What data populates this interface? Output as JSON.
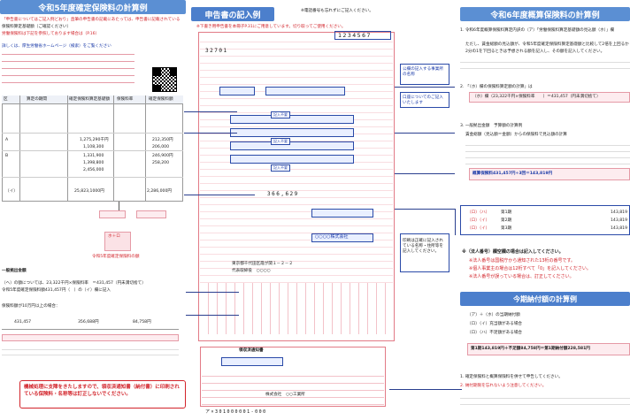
{
  "left": {
    "title": "令和5年度確定保険料の計算例",
    "intro_lines": [
      "「申告書についてはご記入例どおり」直筆の申告書の記載にあたっては、申告書に記載されている",
      "保険料算定基礎額（ご確認ください）",
      "労働保険料は下記を参照しております場合は（P.16）"
    ],
    "url_note": "詳しくは、厚生労働省ホームページ（検索）をご覧ください",
    "table_header": [
      "区",
      "年",
      "算定の期間",
      "確定保険料算定基礎額",
      "保険料率",
      "確定保険料額"
    ],
    "rows": [
      {
        "label": "A",
        "base": "1,275,290千円",
        "amount": "212,350円"
      },
      {
        "label": "",
        "base": "1,108,300",
        "amount": "206,000"
      },
      {
        "label": "B",
        "base": "1,331,900",
        "amount": "246,900円"
      },
      {
        "label": "",
        "base": "1,398,800",
        "amount": "258,200"
      },
      {
        "label": "",
        "base": "2,456,000",
        "amount": ""
      }
    ],
    "total_label": "（イ）",
    "total_base": "25,823,1000円",
    "total_amount": "2,286,000円",
    "result_box": "ホ＋ロ",
    "result_caption": "令和5年度確定保険料の額",
    "general_note_title": "一般拠出金額",
    "general_note": "（ヘ）の額については、23,322千円×保険料率　＝431,457（円未満切捨て）",
    "general_note2": "令和5年度確定保険料額431,457円（　）の（イ）欄に記入",
    "tax_title": "保険料額が10万円以上の場合：",
    "tax_values": [
      "431,457",
      "356,688円",
      "84,758円"
    ],
    "bottom_note": "機械処理に支障をきたしますので、領収済通知書（納付書）に印刷されている保険料・名称等は訂正しないでください。"
  },
  "middle": {
    "title": "申告書の記入例",
    "top_note1": "※電話番号も忘れずにご記入ください。",
    "top_note2": "※下書き用申告書を本冊子P.31にご用意しています。切り取ってご使用ください。",
    "form_code": "32701",
    "form_number": "1234567",
    "side_note1": "公欄の記入する事業所の名称",
    "side_note2": "口座についてのご記入いたします",
    "right_note": "印刷は正確に記入されている名称・住所等を記入してください。",
    "field_labels": [
      "記入不要",
      "記入不要",
      "記入不要"
    ],
    "mid_number": "366,629",
    "address": "東京都千代田区霞が関１－２－２",
    "company": "○○○○株式会社",
    "rep": "代表取締役　○○○○",
    "bottom_code": "ア×301000001-000",
    "slip_title": "領収済通知書",
    "slip_company": "株式会社　○○工業所"
  },
  "right": {
    "title": "令和6年度概算保険料の計算例",
    "item1": "1. 令和6年度概算保険料算定内訳の（ア）「労働保険料算定基礎額の見込額（ホ）」欄",
    "item1b": "ただし、賃金総額の見込額が、令和5年度確定保険料算定基礎額と比較して2倍を上回るか",
    "item1c": "2分の1を下回るときは予想される額を記入し、その額を記入してください。",
    "item2": "2. 「（ホ）欄の保険料算定額の計算」は",
    "calc1": "（ホ）欄（23,322千円×保険料率　　）＝431,457（円未満切捨て）",
    "item3": "3. 一般拠出金額　予算額の計算例",
    "item3b": "賃金総額（見込額＝金額）からの保険料で見込額の計算",
    "calc2": "概算保険料431,457円÷3回＝143,819円",
    "installments": [
      {
        "label": "（ロ）（ハ）",
        "term": "第1期",
        "amount": "143,819"
      },
      {
        "label": "（ロ）（イ）",
        "term": "第2期",
        "amount": "143,819"
      },
      {
        "label": "（ロ）（イ）",
        "term": "第3期",
        "amount": "143,819"
      }
    ],
    "corp_title": "※（法人番号）欄空欄の場合は記入してください。",
    "corp_lines": [
      "※法人番号は国税庁から通知された13桁の番号です。",
      "※個人事業主の場合は12桁すべて「0」を記入してください。",
      "※法人番号が誤っている場合は、訂正してください。"
    ],
    "pay_title": "今期納付額の計算例",
    "pay_lines": [
      "（ア）＋（ホ）の当期納付額",
      "（ロ）（イ）充当額がある場合",
      "（ロ）（ハ）不足額がある場合"
    ],
    "pay_total": "第1期143,819円＋不足額84,758円＝第1期納付額228,581円",
    "foot_lines": [
      "1. 確定保険料と概算保険料を併せて申告してください。",
      "2. 納付期限を忘れないよう注意してください。"
    ]
  }
}
